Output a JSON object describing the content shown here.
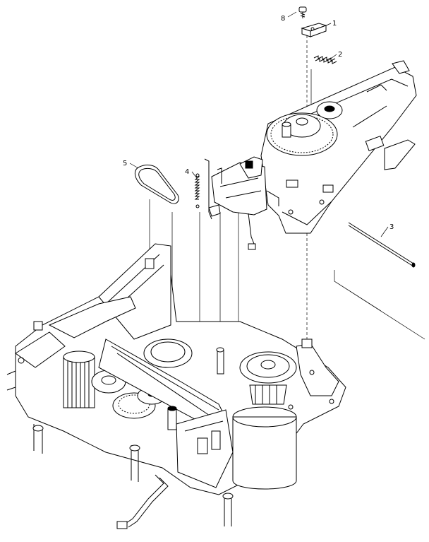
{
  "callouts": [
    {
      "id": "c8",
      "label": "8"
    },
    {
      "id": "c1",
      "label": "1"
    },
    {
      "id": "c2",
      "label": "2"
    },
    {
      "id": "c3",
      "label": "3"
    },
    {
      "id": "c4",
      "label": "4"
    },
    {
      "id": "c5",
      "label": "5"
    }
  ],
  "colors": {
    "line": "#000000",
    "background": "#ffffff"
  }
}
